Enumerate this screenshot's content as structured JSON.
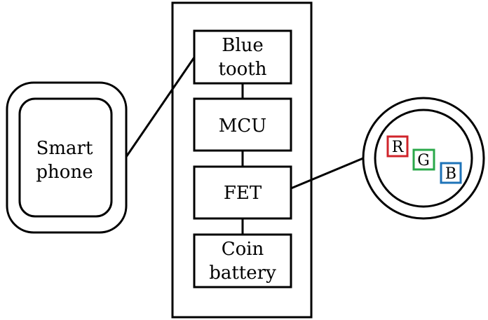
{
  "diagram": {
    "smartphone": {
      "label_line1": "Smart",
      "label_line2": "phone"
    },
    "bluetooth": {
      "label_line1": "Blue",
      "label_line2": "tooth"
    },
    "mcu": {
      "label": "MCU"
    },
    "fet": {
      "label": "FET"
    },
    "coin_battery": {
      "label_line1": "Coin",
      "label_line2": "battery"
    },
    "led": {
      "r_label": "R",
      "g_label": "G",
      "b_label": "B"
    }
  },
  "colors": {
    "line": "#000000",
    "red": "#d0242b",
    "green": "#2aa84a",
    "blue": "#1e73b8"
  }
}
